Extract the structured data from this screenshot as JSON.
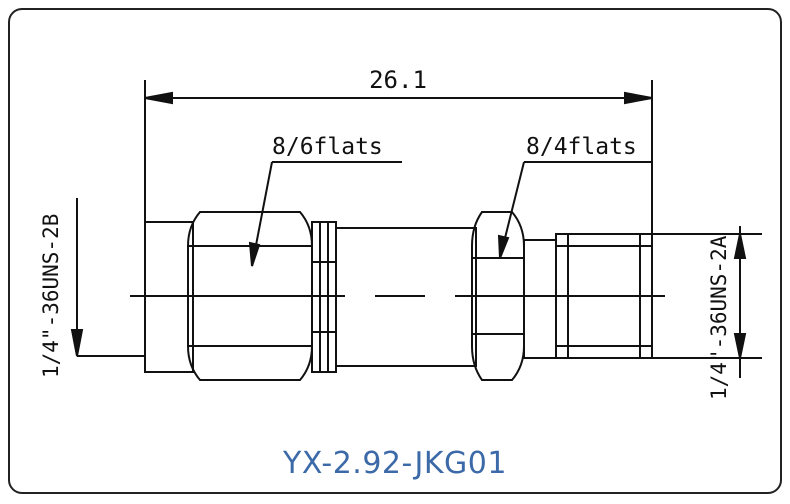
{
  "drawing": {
    "overall_length": "26.1",
    "left_hex_note": "8/6flats",
    "right_hex_note": "8/4flats",
    "left_thread": "1/4\"-36UNS-2B",
    "right_thread": "1/4\"-36UNS-2A"
  },
  "footer": {
    "model": "YX-2.92-JKG01"
  },
  "colors": {
    "line": "#111111",
    "model_text": "#3c6aa8"
  }
}
